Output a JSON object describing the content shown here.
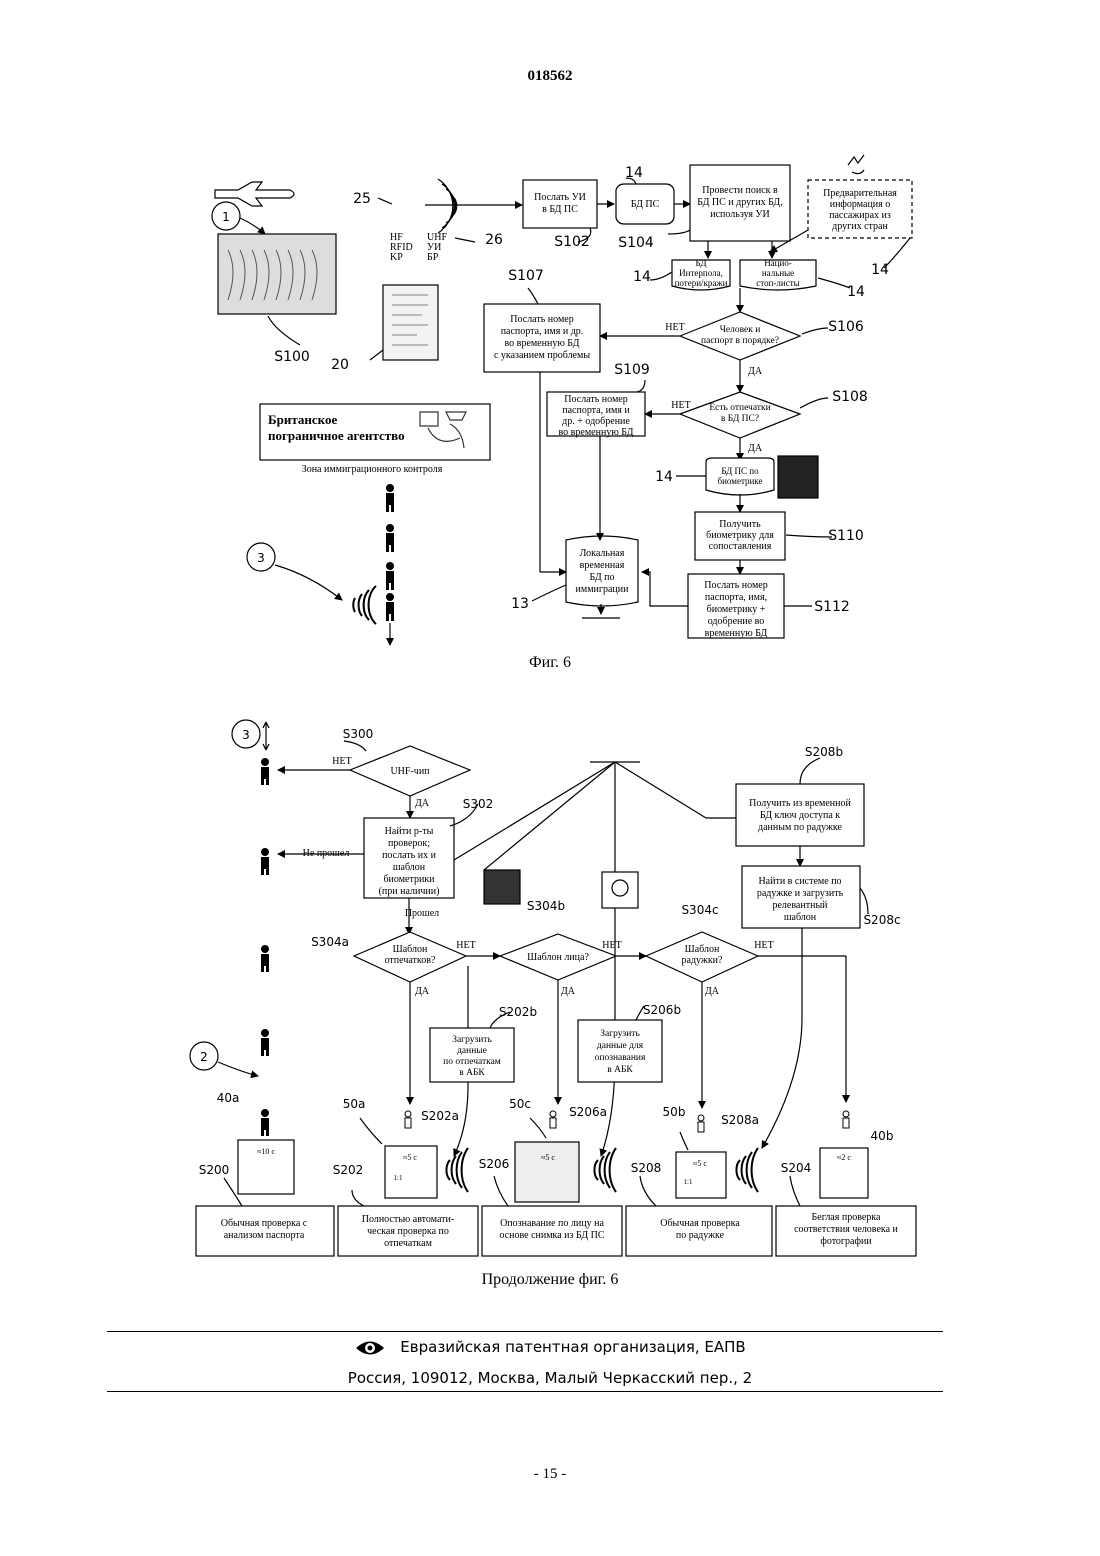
{
  "header": {
    "patent_number": "018562"
  },
  "fig6": {
    "caption": "Фиг. 6",
    "ref": {
      "r1": "1",
      "r3": "3",
      "r13": "13",
      "r14a": "14",
      "r14b": "14",
      "r14c": "14",
      "r14d": "14",
      "r14e": "14",
      "r20": "20",
      "r25": "25",
      "r26": "26",
      "S100": "S100",
      "S102": "S102",
      "S104": "S104",
      "S106": "S106",
      "S107": "S107",
      "S108": "S108",
      "S109": "S109",
      "S110": "S110",
      "S112": "S112"
    },
    "rfid_legend": [
      "HF",
      "RFID",
      "KP",
      "UHF",
      "УИ",
      "БР"
    ],
    "boxes": {
      "send_ui": [
        "Послать УИ",
        "в БД ПС"
      ],
      "bd_ps": [
        "БД ПС"
      ],
      "search": [
        "Провести поиск в",
        "БД ПС и других БД,",
        "используя УИ"
      ],
      "prelim": [
        "Предварительная",
        "информация о",
        "пассажирах из",
        "других стран"
      ],
      "interpol": [
        "БД",
        "Интерпола,",
        "потери/кражи"
      ],
      "national": [
        "Нацио-",
        "нальные",
        "стоп-листы"
      ],
      "s106": [
        "Человек и",
        "паспорт в порядке?"
      ],
      "s107": [
        "Послать номер",
        "паспорта, имя и др.",
        "во временную БД",
        "с указанием проблемы"
      ],
      "s108": [
        "Есть отпечатки",
        "в БД ПС?"
      ],
      "s109": [
        "Послать номер",
        "паспорта, имя и",
        "др. + одобрение",
        "во временную БД"
      ],
      "biometric_db": [
        "БД ПС по",
        "биометрике"
      ],
      "s110": [
        "Получить",
        "биометрику для",
        "сопоставления"
      ],
      "local_db": [
        "Локальная",
        "временная",
        "БД по",
        "иммиграции"
      ],
      "s112": [
        "Послать номер",
        "паспорта, имя,",
        "биометрику +",
        "одобрение во",
        "временную БД"
      ]
    },
    "labels": {
      "no": "НЕТ",
      "yes": "ДА"
    },
    "agency": [
      "Британское",
      "пограничное агентство"
    ],
    "zone": "Зона иммиграционного контроля"
  },
  "fig6cont": {
    "caption": "Продолжение фиг. 6",
    "ref": {
      "r3": "3",
      "r2": "2",
      "S300": "S300",
      "S302": "S302",
      "S304a": "S304a",
      "S304b": "S304b",
      "S304c": "S304c",
      "S208b": "S208b",
      "S208c": "S208c",
      "S202b": "S202b",
      "S206b": "S206b",
      "r40a": "40a",
      "r50a": "50a",
      "S202a": "S202a",
      "r50c": "50c",
      "S206a": "S206a",
      "r50b": "50b",
      "S208a": "S208a",
      "r40b": "40b",
      "S200": "S200",
      "S202": "S202",
      "S206": "S206",
      "S208": "S208",
      "S204": "S204"
    },
    "boxes": {
      "uhf": [
        "UHF-чип"
      ],
      "s302": [
        "Найти р-ты",
        "проверок;",
        "послать их и",
        "шаблон",
        "биометрики",
        "(при наличии)"
      ],
      "s208b": [
        "Получить из временной",
        "БД ключ доступа к",
        "данным по радужке"
      ],
      "s208c": [
        "Найти в системе по",
        "радужке и загрузить",
        "релевантный",
        "шаблон"
      ],
      "s304a": [
        "Шаблон",
        "отпечатков?"
      ],
      "s304b": [
        "Шаблон лица?"
      ],
      "s304c": [
        "Шаблон",
        "радужки?"
      ],
      "s202b": [
        "Загрузить",
        "данные",
        "по отпечаткам",
        "в АБК"
      ],
      "s206b": [
        "Загрузить",
        "данные для",
        "опознавания",
        "в АБК"
      ],
      "r200": [
        "Обычная проверка с",
        "анализом паспорта"
      ],
      "r202": [
        "Полностью автомати-",
        "ческая проверка по",
        "отпечаткам"
      ],
      "r206": [
        "Опознавание по лицу на",
        "основе снимка из БД ПС"
      ],
      "r208": [
        "Обычная проверка",
        "по радужке"
      ],
      "r204": [
        "Беглая проверка",
        "соответствия человека и",
        "фотографии"
      ]
    },
    "labels": {
      "no": "НЕТ",
      "yes": "ДА",
      "failed": "Не прошел",
      "passed": "Прошел"
    },
    "timers": {
      "t40a": "≈10 с",
      "t50a": "≈5 с",
      "t50b": "≈5 с",
      "t40b": "≈2 с",
      "t50c": "≈5 с",
      "ratio_a": "1:1",
      "ratio_b": "1:1"
    }
  },
  "footer": {
    "org": "Евразийская патентная организация, ЕАПВ",
    "address": "Россия, 109012, Москва, Малый Черкасский пер., 2",
    "page": "- 15 -"
  }
}
